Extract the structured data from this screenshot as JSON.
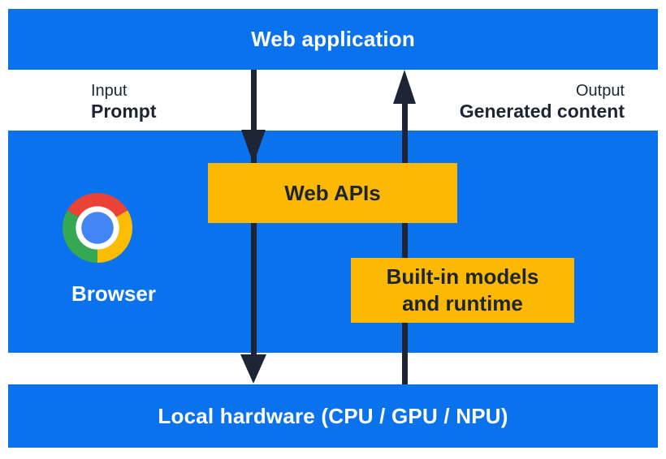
{
  "diagram": {
    "top_bar": {
      "label": "Web application"
    },
    "io": {
      "input_caption": "Input",
      "input_value": "Prompt",
      "output_caption": "Output",
      "output_value": "Generated content"
    },
    "browser": {
      "label": "Browser",
      "icon": "chrome-logo-icon"
    },
    "web_apis_box": {
      "label": "Web APIs"
    },
    "builtin_box": {
      "line1": "Built-in models",
      "line2": "and runtime"
    },
    "bottom_bar": {
      "label": "Local hardware (CPU / GPU / NPU)"
    },
    "arrows": {
      "down_icon": "down-arrow-icon",
      "up_icon": "up-arrow-icon"
    },
    "colors": {
      "panel_blue": "#0b72ed",
      "box_yellow": "#fcb904",
      "arrow_navy": "#1d2433",
      "text_white": "#ffffff",
      "chrome_red": "#ea4335",
      "chrome_yellow": "#fbbc04",
      "chrome_green": "#34a853",
      "chrome_blue": "#4285f4"
    }
  }
}
